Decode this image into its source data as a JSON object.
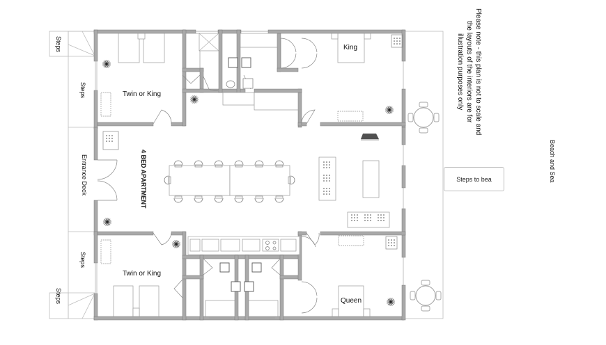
{
  "plan": {
    "title": "4 BED APARTMENT",
    "note_lines": [
      "Please note - this plan is not to scale and",
      "the layouts of the interiors are for",
      "illustration purposes only"
    ],
    "beach_label": "Beach and Sea",
    "steps_to_beach_label": "Steps to bea",
    "entrance_label": "Entrance Deck",
    "steps_labels": [
      "Steps",
      "Steps",
      "Steps",
      "Steps"
    ],
    "rooms": [
      {
        "name": "top-left-bedroom",
        "label": "Twin or King"
      },
      {
        "name": "top-right-bedroom",
        "label": "King"
      },
      {
        "name": "bottom-left-bedroom",
        "label": "Twin or King"
      },
      {
        "name": "bottom-right-bedroom",
        "label": "Queen"
      }
    ],
    "colors": {
      "wall": "#a9a9a9",
      "wall_edge": "#7a7a7a",
      "line": "#8c8c8c",
      "fixture": "#555555",
      "heater": "#505050"
    }
  }
}
